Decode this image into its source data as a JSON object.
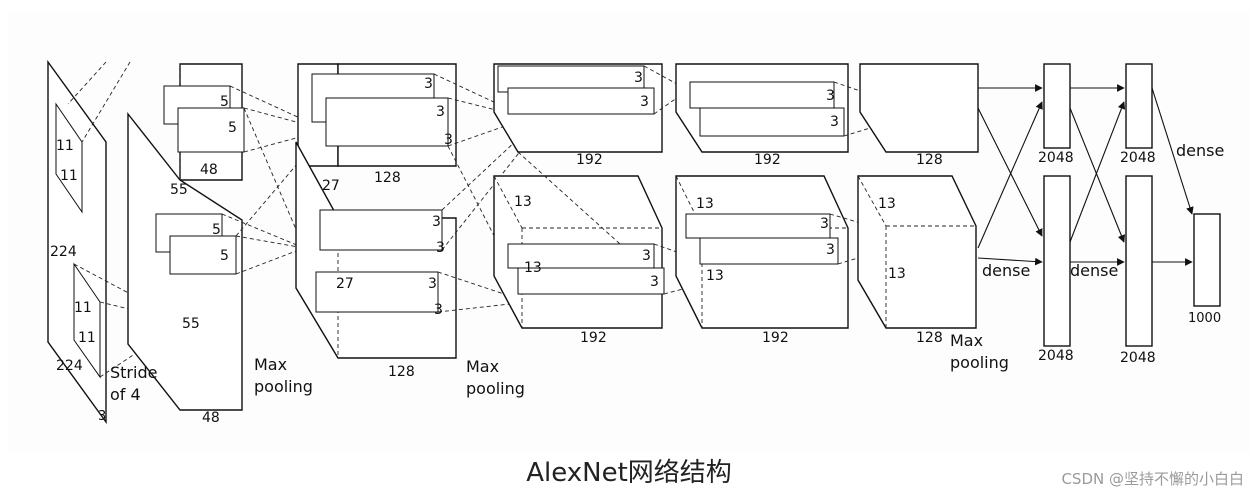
{
  "caption": "AlexNet网络结构",
  "watermark": "CSDN @坚持不懈的小白白",
  "labels": {
    "input_h": "224",
    "input_w": "224",
    "input_d": "3",
    "k1_a": "11",
    "k1_b": "11",
    "k1_c": "11",
    "k1_d": "11",
    "stride": "Stride",
    "stride2": "of 4",
    "c1_a": "55",
    "c1_b": "55",
    "c1_depth_top": "48",
    "c1_depth_bot": "48",
    "k2_a": "5",
    "k2_b": "5",
    "k2_c": "5",
    "k2_d": "5",
    "pool1a": "Max",
    "pool1b": "pooling",
    "c2_side": "27",
    "c2_side2": "27",
    "k3": "3",
    "c2_depth_top": "128",
    "c2_depth_bot": "128",
    "pool2a": "Max",
    "pool2b": "pooling",
    "c3_side": "13",
    "c3_side2": "13",
    "c3_depth_top": "192",
    "c3_depth_bot": "192",
    "c4_side": "13",
    "c4_side2": "13",
    "c4_depth_top": "192",
    "c4_depth_bot": "192",
    "c5_side": "13",
    "c5_side2": "13",
    "c5_depth_top": "128",
    "c5_depth_bot": "128",
    "pool3a": "Max",
    "pool3b": "pooling",
    "fc1_top": "2048",
    "fc1_bot": "2048",
    "fc2_top": "2048",
    "fc2_bot": "2048",
    "dense1": "dense",
    "dense2": "dense",
    "dense3": "dense",
    "out": "1000"
  }
}
